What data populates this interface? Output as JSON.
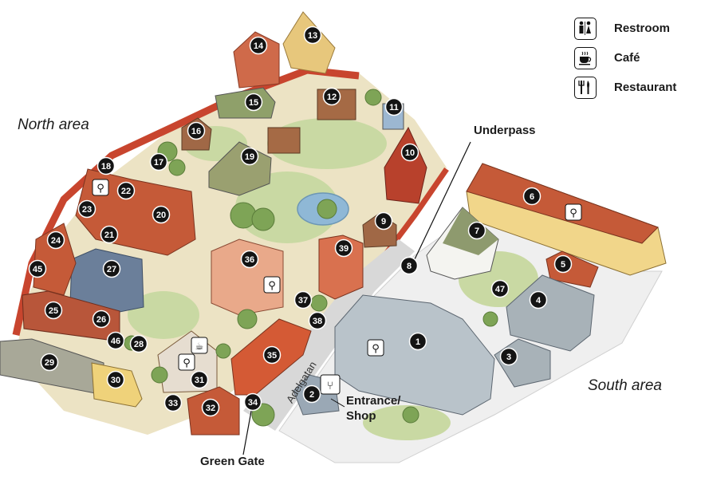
{
  "legend": {
    "items": [
      {
        "label": "Restroom",
        "icon": "restroom-icon"
      },
      {
        "label": "Café",
        "icon": "cafe-icon"
      },
      {
        "label": "Restaurant",
        "icon": "restaurant-icon"
      }
    ]
  },
  "areas": {
    "north": "North area",
    "south": "South area"
  },
  "labels": {
    "underpass": "Underpass",
    "entrance_line1": "Entrance/",
    "entrance_line2": "Shop",
    "green_gate": "Green Gate",
    "street": "Adelgatan"
  },
  "markers": [
    "1",
    "2",
    "3",
    "4",
    "5",
    "6",
    "7",
    "8",
    "9",
    "10",
    "11",
    "12",
    "13",
    "14",
    "15",
    "16",
    "17",
    "18",
    "19",
    "20",
    "21",
    "22",
    "23",
    "24",
    "25",
    "26",
    "27",
    "28",
    "29",
    "30",
    "31",
    "32",
    "33",
    "34",
    "35",
    "36",
    "37",
    "38",
    "39",
    "45",
    "46",
    "47"
  ],
  "colors": {
    "marker_fill": "#141414",
    "marker_text": "#ffffff",
    "wall": "#c8452e",
    "ground": "#ece3c4",
    "lawn": "#c9d9a3",
    "roof_red": "#c55a38",
    "roof_gray": "#a8b2b8",
    "building_cream": "#f1d68a"
  }
}
